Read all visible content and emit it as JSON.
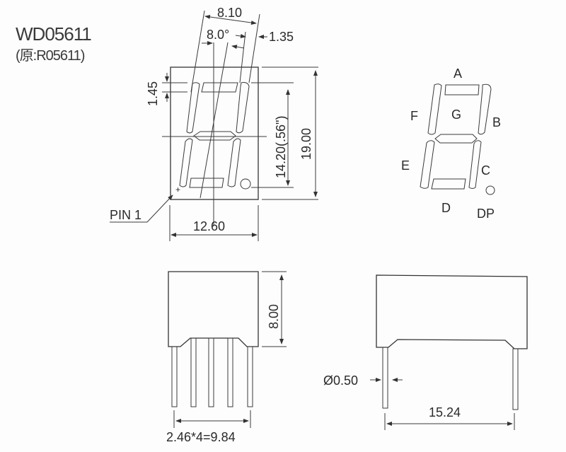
{
  "header": {
    "part_number": "WD05611",
    "alt_part_number": "(原:R05611)"
  },
  "front_view": {
    "dim_top_width": "8.10",
    "dim_slant_angle": "8.0°",
    "dim_digit_offset": "1.35",
    "dim_segment_height": "1.45",
    "dim_digit_height": "14.20(.56\")",
    "dim_body_height": "19.00",
    "dim_body_width": "12.60",
    "pin1_label": "PIN 1"
  },
  "segment_legend": {
    "labels": {
      "a": "A",
      "b": "B",
      "c": "C",
      "d": "D",
      "e": "E",
      "f": "F",
      "g": "G",
      "dp": "DP"
    }
  },
  "side_view": {
    "dim_body_depth": "8.00",
    "dim_pin_pitch": "2.46*4=9.84"
  },
  "end_view": {
    "dim_pin_diameter": "Ø0.50",
    "dim_row_spacing": "15.24"
  },
  "colors": {
    "line": "#333333",
    "background": "#fdfdfd"
  }
}
